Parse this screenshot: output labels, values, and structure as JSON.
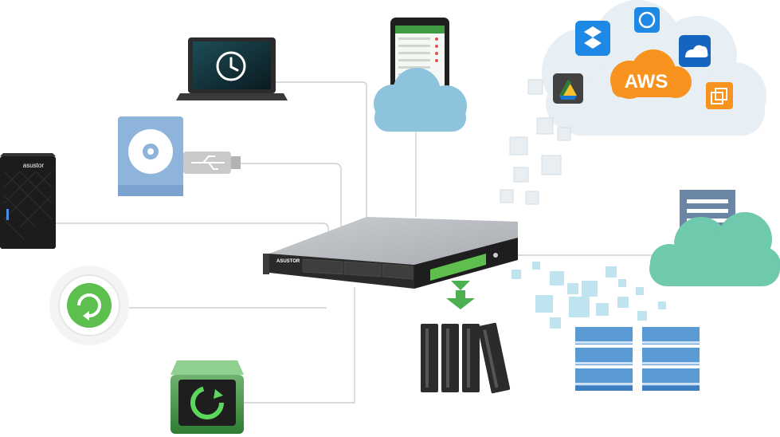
{
  "cloud_services": {
    "aws_label": "AWS",
    "aws_color": "#f7931e",
    "cloud_color": "#e7eef4",
    "icons": [
      "dropbox-icon",
      "sync-icon",
      "onedrive-icon",
      "google-drive-icon",
      "aws-icon",
      "s3-icon"
    ]
  },
  "desktop_nas": {
    "brand": "asustor"
  },
  "rack_nas": {
    "brand": "ASUSTOR"
  },
  "colors": {
    "connector_line": "#cfcfcf",
    "cloud_blue": "#8ec3de",
    "cloud_teal": "#6fc9ad",
    "green_arrow": "#4caf50",
    "db_blue": "#5b9bd5",
    "usb_blue": "#8fb4dc"
  }
}
